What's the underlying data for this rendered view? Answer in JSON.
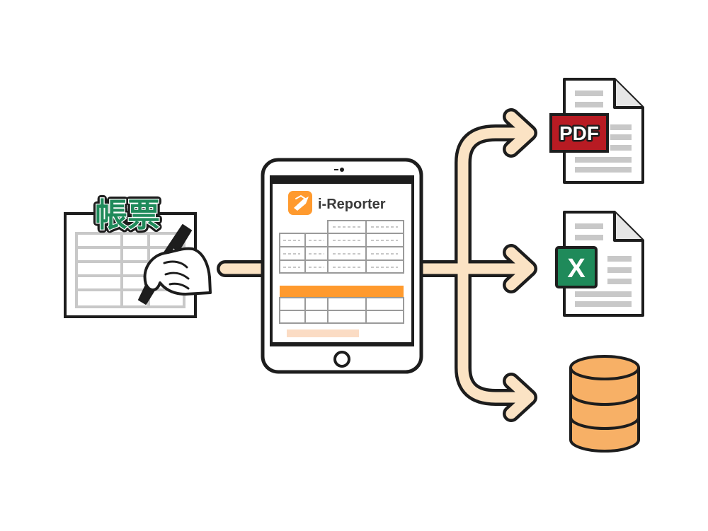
{
  "diagram": {
    "source": {
      "label": "帳票"
    },
    "tablet": {
      "app_name": "i-Reporter"
    },
    "outputs": [
      {
        "label": "PDF",
        "icon": "pdf-file-icon"
      },
      {
        "label": "X",
        "icon": "excel-file-icon"
      },
      {
        "label": "",
        "icon": "database-icon"
      }
    ],
    "colors": {
      "arrow_fill": "#fbe3c4",
      "arrow_stroke": "#222222",
      "accent_orange": "#ff9a2e",
      "pdf_red": "#b81b23",
      "excel_green": "#1f8a5a",
      "db_orange": "#f7b066",
      "form_gray": "#c8c8c8"
    }
  }
}
